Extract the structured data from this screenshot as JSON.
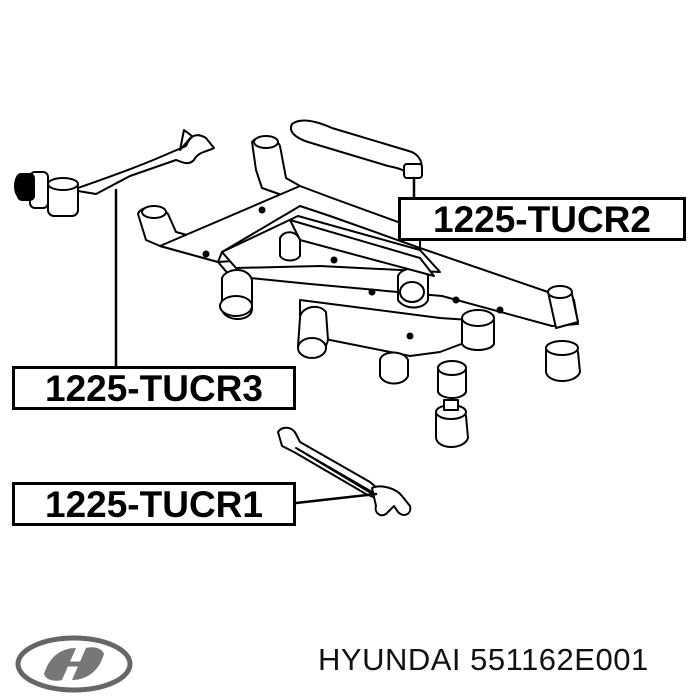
{
  "callouts": {
    "tucr2": "1225-TUCR2",
    "tucr3": "1225-TUCR3",
    "tucr1": "1225-TUCR1"
  },
  "footer": {
    "brand": "HYUNDAI",
    "part_number": "551162E001"
  },
  "logo": "hyundai-logo"
}
